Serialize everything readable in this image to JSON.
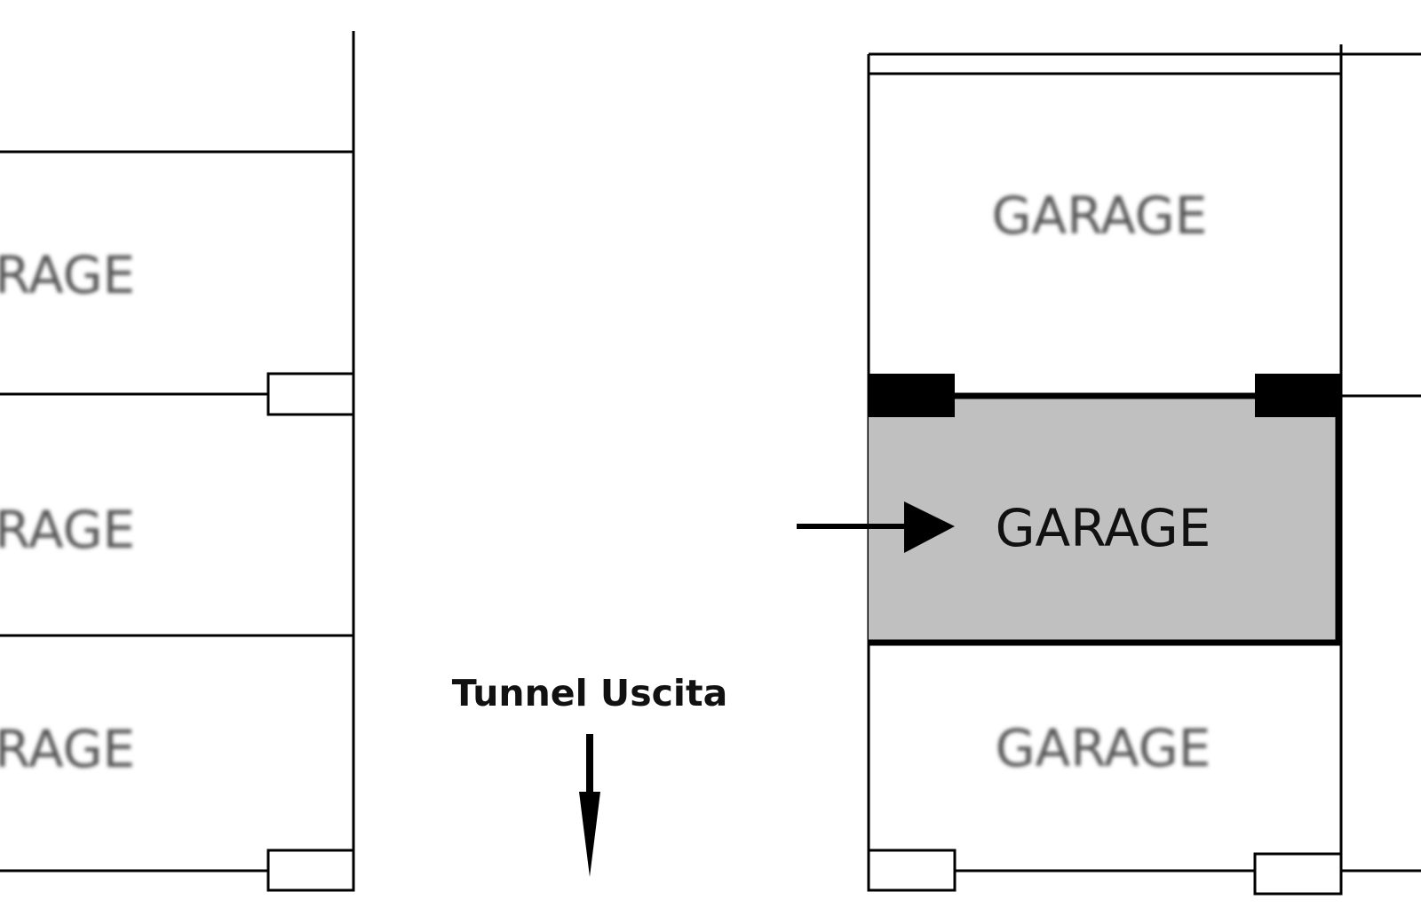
{
  "left_column": {
    "units": [
      {
        "label": "RAGE"
      },
      {
        "label": "RAGE"
      },
      {
        "label": "RAGE"
      }
    ]
  },
  "right_column": {
    "top_unit": {
      "label": "GARAGE"
    },
    "highlighted_unit": {
      "label": "GARAGE"
    },
    "bottom_unit": {
      "label": "GARAGE"
    }
  },
  "tunnel": {
    "label": "Tunnel Uscita"
  },
  "colors": {
    "highlight_fill": "#c0c0c0",
    "line": "#000000"
  },
  "icons": {
    "pointer": "arrow-right-icon",
    "exit": "arrow-down-icon"
  }
}
